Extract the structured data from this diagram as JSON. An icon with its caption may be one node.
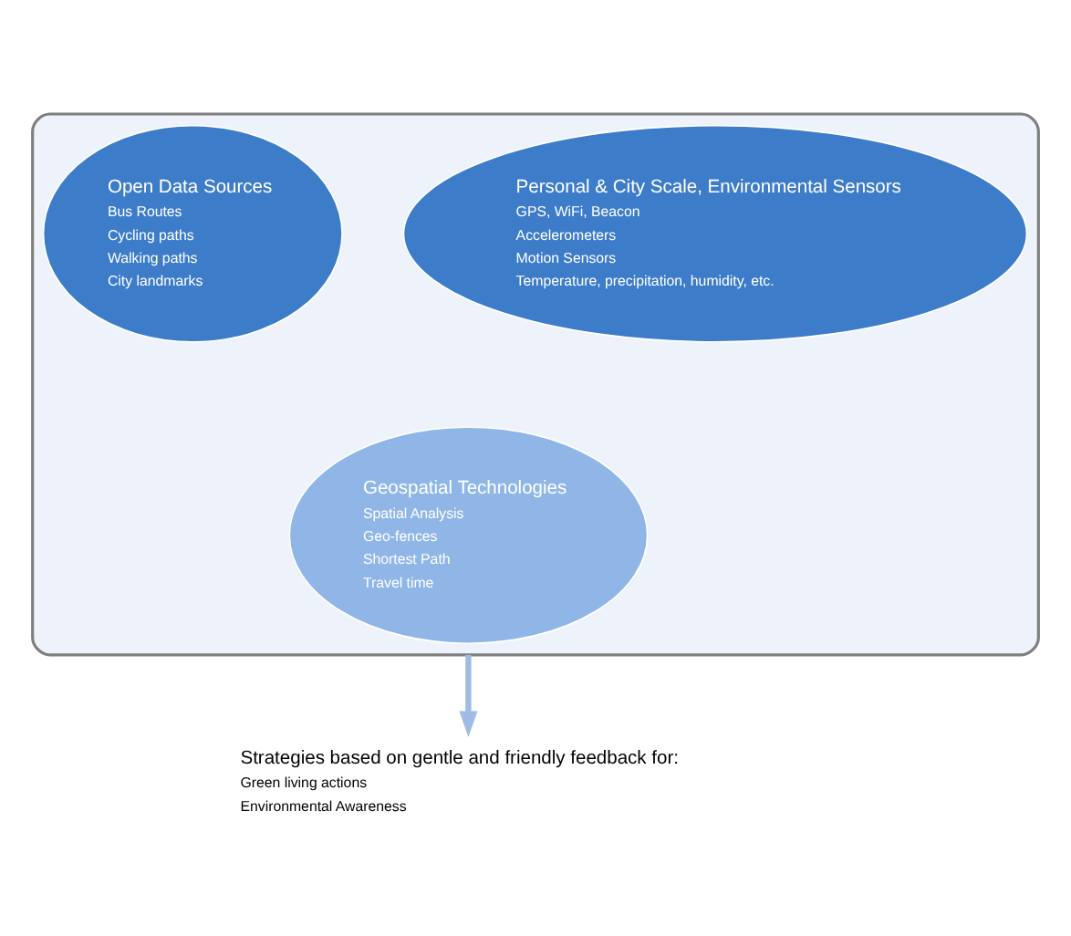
{
  "diagram": {
    "nodes": [
      {
        "text": [],
        "shape": "funnel"
      },
      {
        "text": [
          "Open Data Sources",
          "Bus Routes",
          "Cycling paths",
          "Walking paths",
          "City landmarks"
        ],
        "in": 0
      },
      {
        "text": [
          "Personal & City Scale, Environmental Sensors",
          "GPS, WiFi, Beacon",
          "Accelerometers",
          "Motion Sensors",
          "Temperature, precipitation, humidity, etc."
        ],
        "in": 0
      },
      {
        "text": [
          "Geospatial Technologies",
          "Spatial Analysis",
          "Geo-fences",
          "Shortest Path",
          "Travel time"
        ],
        "in": 0
      },
      {
        "text": [
          "Strategies based on gentle and friendly feedback for:",
          "Green living actions",
          "Environmental Awareness"
        ]
      }
    ],
    "edges": [
      {
        "from": 0,
        "to": 4,
        "arrow": "to"
      }
    ]
  }
}
